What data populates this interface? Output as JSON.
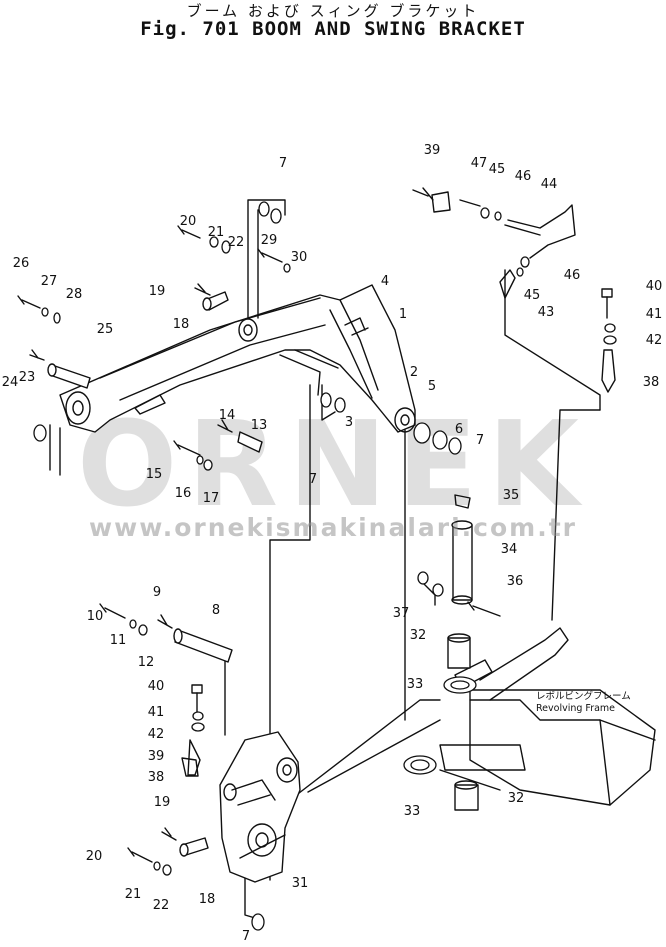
{
  "header": {
    "title_jp": "ブーム および スィング ブラケット",
    "title_en": "Fig. 701 BOOM AND SWING BRACKET"
  },
  "watermark": {
    "logo": "ORNEK",
    "url": "www.ornekismakinalari.com.tr",
    "color": "#9a9a9a"
  },
  "frame_note": {
    "jp": "レボルビングフレーム",
    "en": "Revolving Frame"
  },
  "callouts": [
    "39",
    "47",
    "45",
    "46",
    "44",
    "7",
    "46",
    "45",
    "43",
    "40",
    "41",
    "42",
    "38",
    "20",
    "21",
    "22",
    "29",
    "30",
    "4",
    "1",
    "26",
    "27",
    "28",
    "19",
    "25",
    "18",
    "24",
    "23",
    "2",
    "5",
    "6",
    "7",
    "3",
    "35",
    "14",
    "13",
    "15",
    "16",
    "17",
    "7",
    "34",
    "36",
    "9",
    "37",
    "32",
    "8",
    "10",
    "11",
    "12",
    "33",
    "40",
    "41",
    "42",
    "39",
    "38",
    "33",
    "32",
    "19",
    "20",
    "21",
    "22",
    "18",
    "31",
    "7"
  ]
}
